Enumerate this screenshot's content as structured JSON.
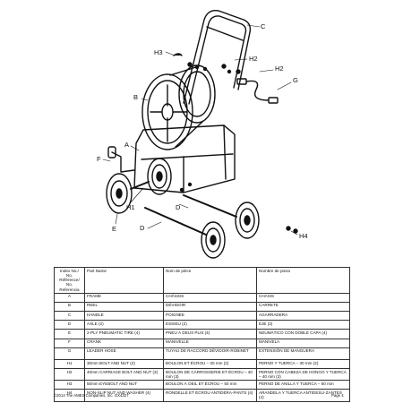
{
  "diagram": {
    "callouts": {
      "C": "C",
      "H3": "H3",
      "H2a": "H2",
      "H2b": "H2",
      "G": "G",
      "B": "B",
      "A": "A",
      "F": "F",
      "H1": "H1",
      "E": "E",
      "D1": "D",
      "D2": "D",
      "H4": "H4"
    }
  },
  "table": {
    "headers": {
      "index": "Index No./ No. Référence/ No. Referencia",
      "part_name": "Part Name",
      "nom_piece": "Nom de pièce",
      "nombre_pieza": "Nombre de pieza"
    },
    "rows": [
      {
        "idx": "A",
        "en": "FRAME",
        "fr": "CHÂSSIS",
        "es": "CHASIS"
      },
      {
        "idx": "B",
        "en": "REEL",
        "fr": "DÉVIDOIR",
        "es": "CARRETE"
      },
      {
        "idx": "C",
        "en": "HANDLE",
        "fr": "POIGNÉE",
        "es": "AGARRADERA"
      },
      {
        "idx": "D",
        "en": "AXLE (2)",
        "fr": "ESSIEU (2)",
        "es": "EJE (2)"
      },
      {
        "idx": "E",
        "en": "2-PLY PNEUMATIC TIRE (4)",
        "fr": "PNEU À DEUX PLIS (4)",
        "es": "NEUMÁTICO CON DOBLE CAPA (4)"
      },
      {
        "idx": "F",
        "en": "CRANK",
        "fr": "MANIVELLE",
        "es": "MANIVELA"
      },
      {
        "idx": "G",
        "en": "LEADER HOSE",
        "fr": "TUYAU DE RACCORD DÉVIDOIR-ROBINET",
        "es": "EXTENSIÓN DE MANGUERA"
      },
      {
        "idx": "H1",
        "en": "30mm BOLT AND NUT (2)",
        "fr": "BOULON ET ÉCROU – 30 mm (2)",
        "es": "PERNO Y TUERCA – 30 mm (2)"
      },
      {
        "idx": "H2",
        "en": "40mm CARRIAGE BOLT AND NUT (3)",
        "fr": "BOULON DE CARROSSERIE ET ÉCROU – 40 mm (3)",
        "es": "PERNO CON CABEZA DE HONGO Y TUERCA – 40 mm (3)"
      },
      {
        "idx": "H3",
        "en": "50mm EYEBOLT AND NUT",
        "fr": "BOULON À OEIL ET ÉCROU – 50 mm",
        "es": "PERNO DE ANILLA Y TUERCA – 50 mm"
      },
      {
        "idx": "H4",
        "en": "NON-SLIP NUT AND WASHER (4)",
        "fr": "RONDELLE ET ÉCROU ANTIDÉRA-PANTS (4)",
        "es": "ARANDELA Y TUERCA ANTIDESLI-ZANTES (4)"
      }
    ]
  },
  "footer": {
    "copyright": "©2014 The AMES Companies, Inc. GX4327",
    "page": "Page 4"
  }
}
